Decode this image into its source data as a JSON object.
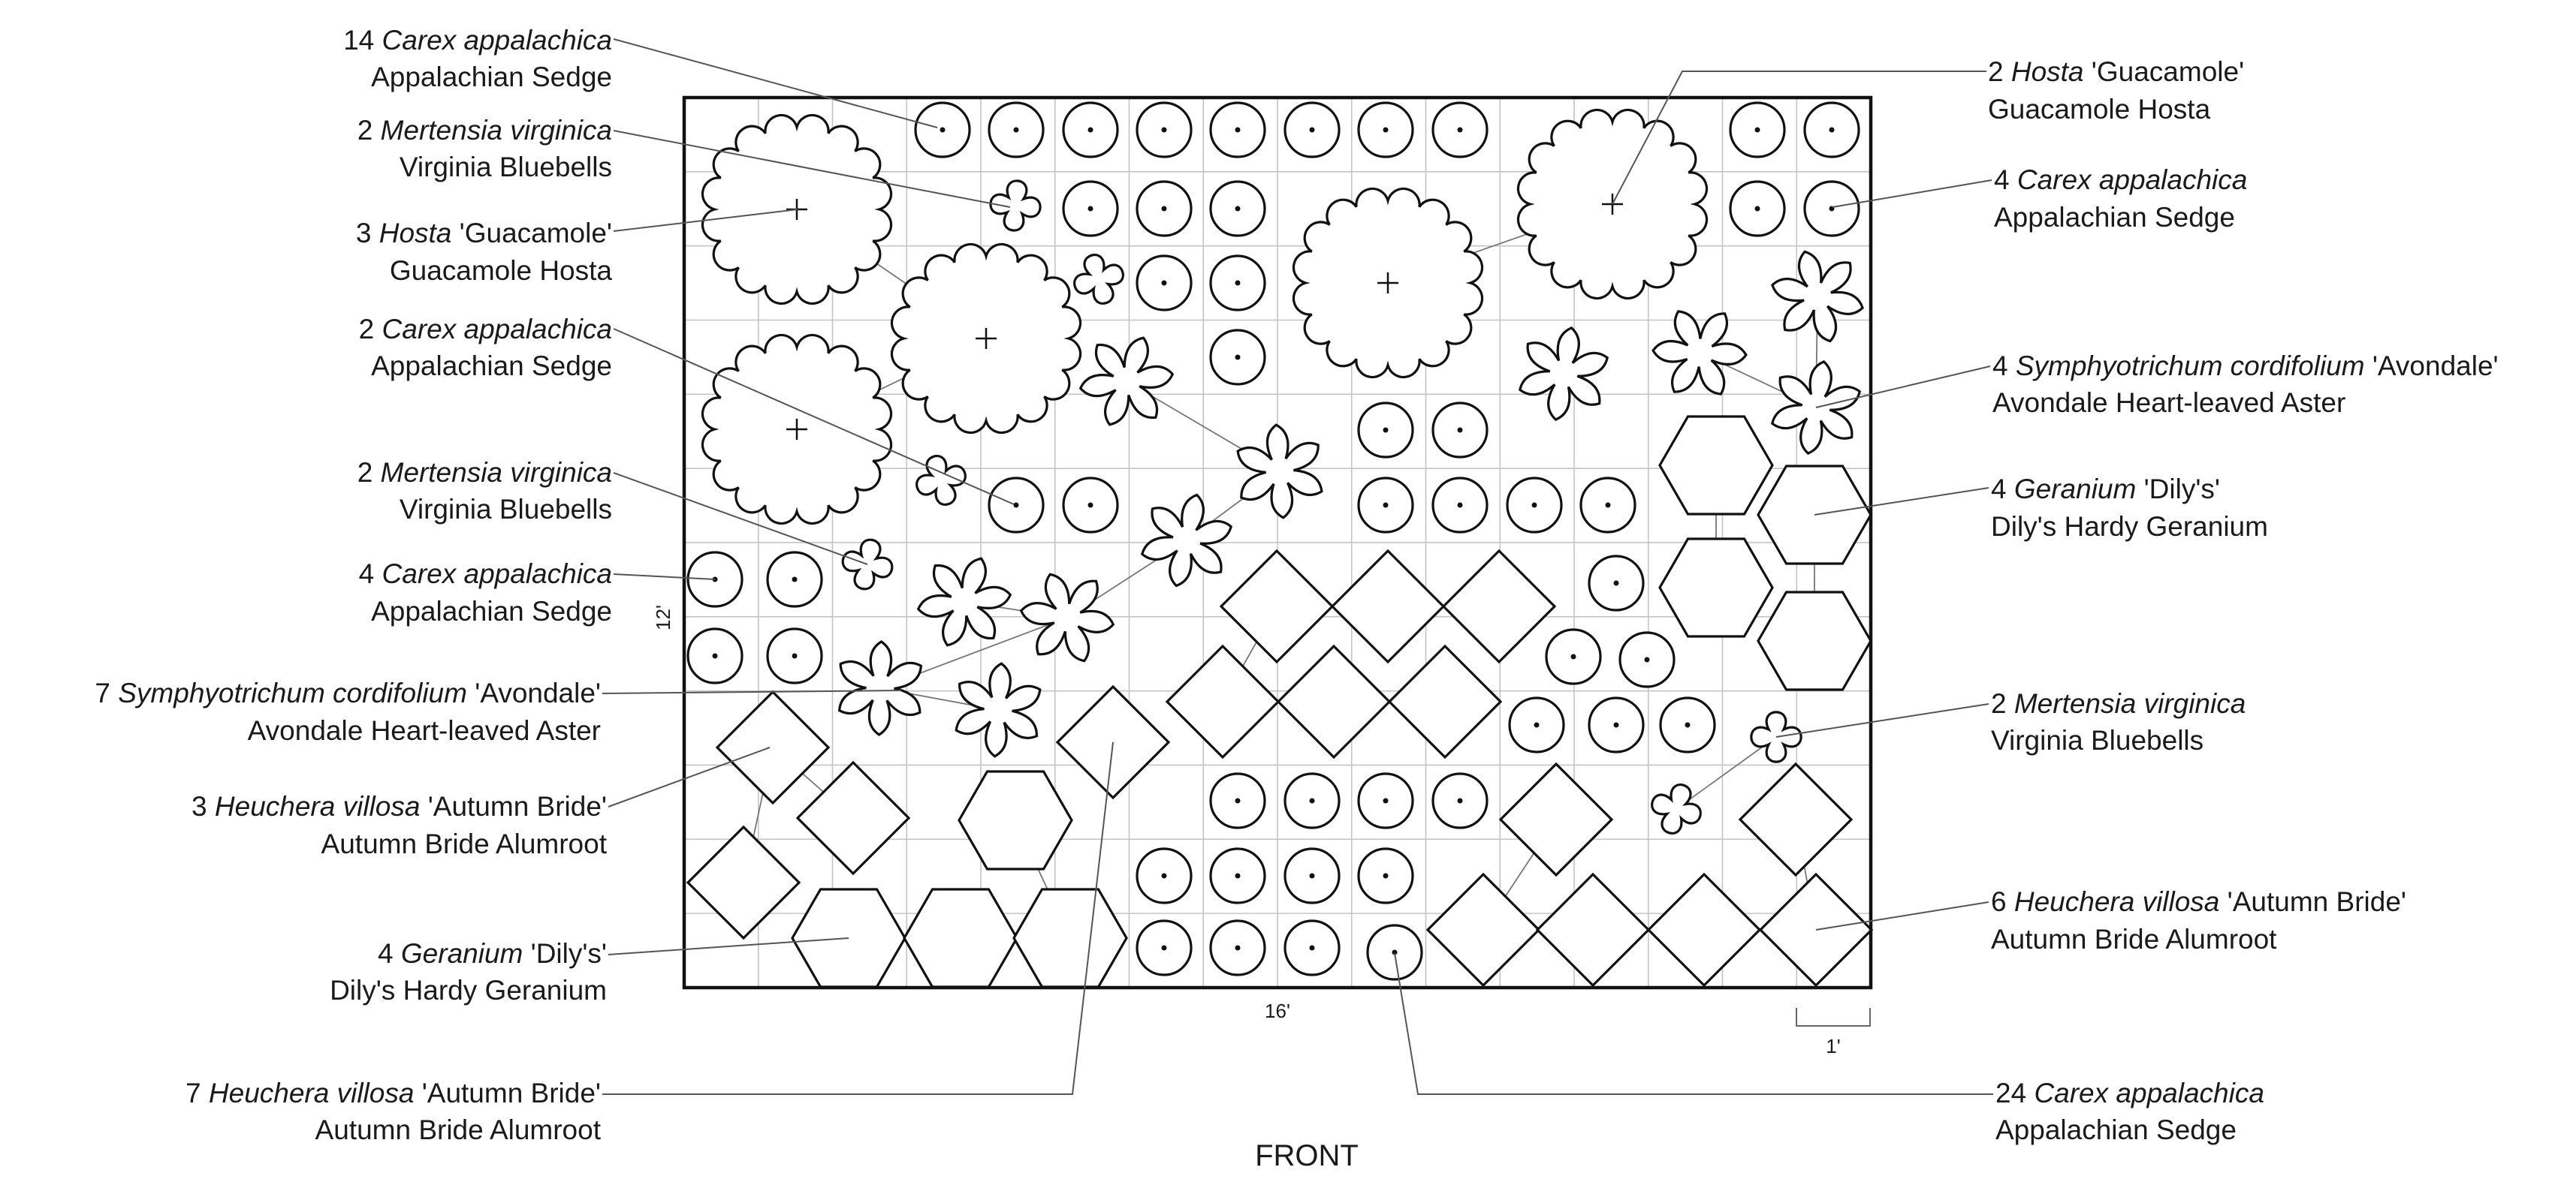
{
  "plan": {
    "width_label": "16'",
    "depth_label": "12'",
    "scale_label": "1'",
    "front_label": "FRONT",
    "grid_columns": 16,
    "grid_rows": 12
  },
  "labels_left": [
    {
      "id": "l1",
      "count": "14",
      "italic": "Carex appalachica",
      "rest": "",
      "common": "Appalachian Sedge"
    },
    {
      "id": "l2",
      "count": "2",
      "italic": "Mertensia virginica",
      "rest": "",
      "common": "Virginia Bluebells"
    },
    {
      "id": "l3",
      "count": "3",
      "italic": "Hosta",
      "rest": " 'Guacamole'",
      "common": "Guacamole Hosta"
    },
    {
      "id": "l4",
      "count": "2",
      "italic": "Carex appalachica",
      "rest": "",
      "common": "Appalachian Sedge"
    },
    {
      "id": "l5",
      "count": "2",
      "italic": "Mertensia virginica",
      "rest": "",
      "common": "Virginia Bluebells"
    },
    {
      "id": "l6",
      "count": "4",
      "italic": "Carex appalachica",
      "rest": "",
      "common": "Appalachian Sedge"
    },
    {
      "id": "l7",
      "count": "7",
      "italic": "Symphyotrichum cordifolium",
      "rest": " 'Avondale'",
      "common": "Avondale Heart-leaved Aster"
    },
    {
      "id": "l8",
      "count": "3",
      "italic": "Heuchera villosa",
      "rest": " 'Autumn Bride'",
      "common": "Autumn Bride Alumroot"
    },
    {
      "id": "l9",
      "count": "4",
      "italic": "Geranium",
      "rest": " 'Dily's'",
      "common": "Dily's Hardy Geranium"
    },
    {
      "id": "l10",
      "count": "7",
      "italic": "Heuchera villosa",
      "rest": " 'Autumn Bride'",
      "common": "Autumn Bride Alumroot"
    }
  ],
  "labels_right": [
    {
      "id": "r1",
      "count": "2",
      "italic": "Hosta",
      "rest": " 'Guacamole'",
      "common": "Guacamole Hosta"
    },
    {
      "id": "r2",
      "count": "4",
      "italic": "Carex appalachica",
      "rest": "",
      "common": "Appalachian Sedge"
    },
    {
      "id": "r3",
      "count": "4",
      "italic": "Symphyotrichum cordifolium",
      "rest": " 'Avondale'",
      "common": "Avondale Heart-leaved Aster"
    },
    {
      "id": "r4",
      "count": "4",
      "italic": "Geranium",
      "rest": " 'Dily's'",
      "common": "Dily's Hardy Geranium"
    },
    {
      "id": "r5",
      "count": "2",
      "italic": "Mertensia virginica",
      "rest": "",
      "common": "Virginia Bluebells"
    },
    {
      "id": "r6",
      "count": "6",
      "italic": "Heuchera villosa",
      "rest": " 'Autumn Bride'",
      "common": "Autumn Bride Alumroot"
    },
    {
      "id": "r7",
      "count": "24",
      "italic": "Carex appalachica",
      "rest": "",
      "common": "Appalachian Sedge"
    }
  ],
  "plant_symbols": {
    "hosta": "scalloped-circle-icon",
    "carex": "dotted-circle-icon",
    "mertensia": "four-petal-flower-icon",
    "aster": "six-petal-star-icon",
    "heuchera": "diamond-icon",
    "geranium": "hexagon-icon"
  }
}
